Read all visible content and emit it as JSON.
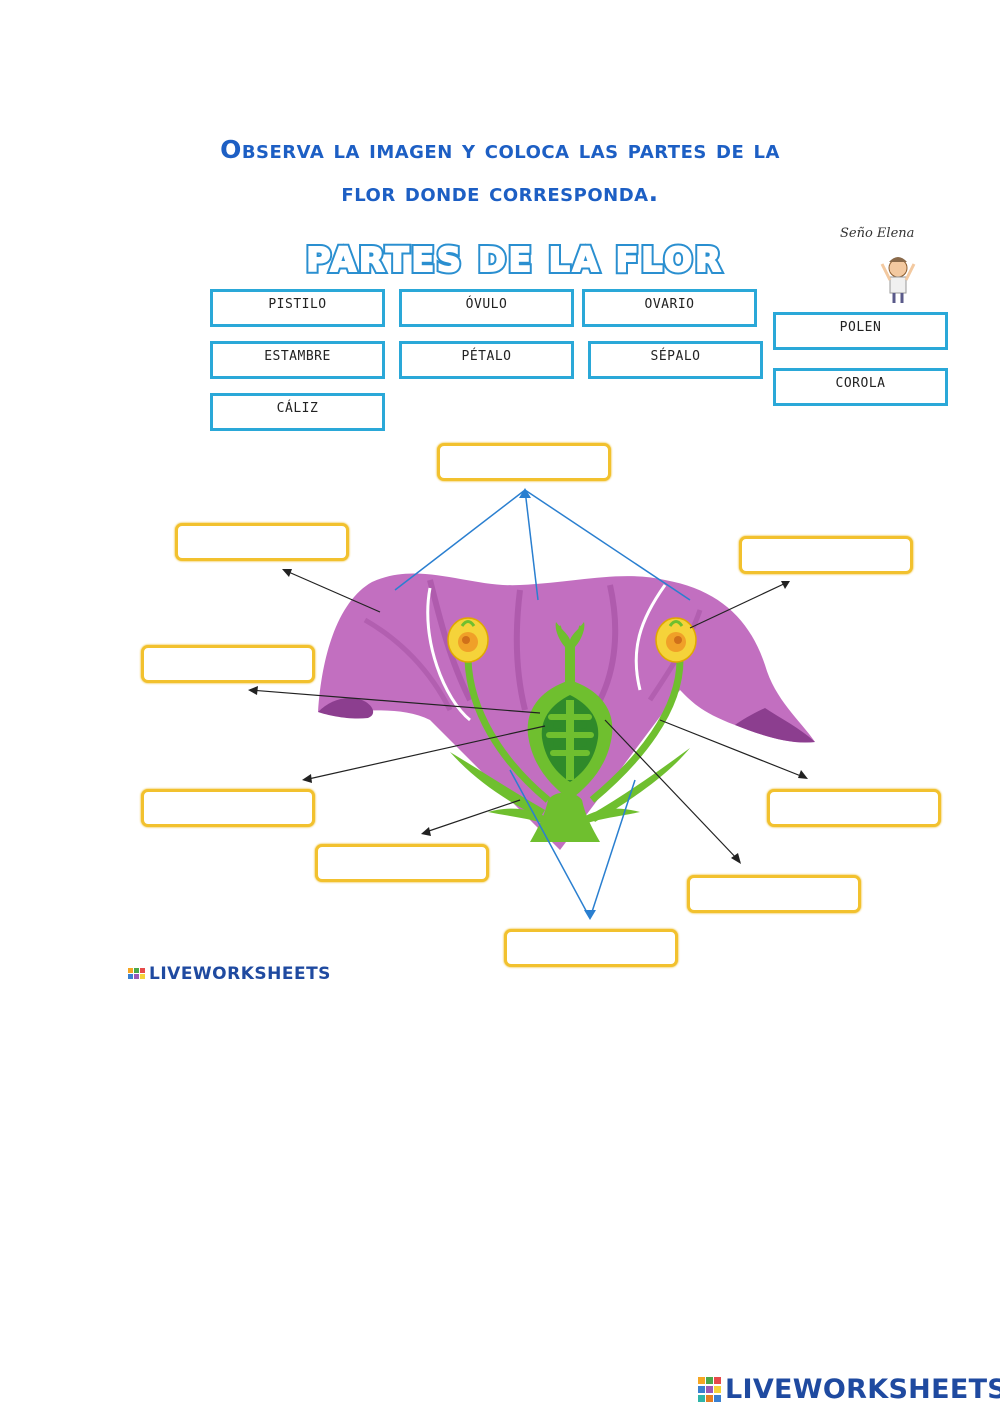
{
  "instruction": {
    "line1": "Observa la imagen y coloca las partes de la",
    "line2": "flor donde corresponda."
  },
  "worksheet": {
    "title": "PARTES DE LA FLOR",
    "signature": "Seño Elena",
    "word_bank": [
      "PISTILO",
      "ÓVULO",
      "OVARIO",
      "POLEN",
      "ESTAMBRE",
      "PÉTALO",
      "SÉPALO",
      "COROLA",
      "CÁLIZ"
    ],
    "answer_boxes": [
      "",
      "",
      "",
      "",
      "",
      "",
      "",
      "",
      "",
      ""
    ]
  },
  "footer": {
    "watermark_small": "LIVEWORKSHEETS",
    "watermark_big": "LIVEWORKSHEETS"
  },
  "colors": {
    "instruction_text": "#1d5fc4",
    "word_box_border": "#2aa8d8",
    "answer_box_border": "#f2c12e",
    "petal": "#c26fc0",
    "stem": "#6fbf2f",
    "anther": "#f5d33a"
  }
}
